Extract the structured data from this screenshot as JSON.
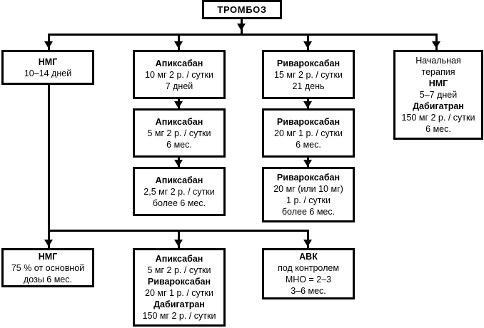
{
  "diagram": {
    "title": "ТРОМБОЗ",
    "root": {
      "id": "root-thrombosis",
      "lines": [
        {
          "text": "ТРОМБОЗ",
          "bold": true
        }
      ]
    },
    "columns": [
      {
        "id": "column-lmwh",
        "nodes": [
          {
            "id": "node-lmwh-initial",
            "lines": [
              {
                "text": "НМГ",
                "bold": true
              },
              {
                "text": "10–14 дней",
                "bold": false
              }
            ]
          },
          {
            "id": "node-lmwh-maintenance",
            "lines": [
              {
                "text": "НМГ",
                "bold": true
              },
              {
                "text": "75 % от основной",
                "bold": false
              },
              {
                "text": "дозы 6 мес.",
                "bold": false
              }
            ]
          }
        ]
      },
      {
        "id": "column-apixaban",
        "nodes": [
          {
            "id": "node-apixaban-10mg",
            "lines": [
              {
                "text": "Апиксабан",
                "bold": true
              },
              {
                "text": "10 мг 2 р. / сутки",
                "bold": false
              },
              {
                "text": "7 дней",
                "bold": false
              }
            ]
          },
          {
            "id": "node-apixaban-5mg",
            "lines": [
              {
                "text": "Апиксабан",
                "bold": true
              },
              {
                "text": "5 мг 2 р. / сутки",
                "bold": false
              },
              {
                "text": "6 мес.",
                "bold": false
              }
            ]
          },
          {
            "id": "node-apixaban-2-5mg",
            "lines": [
              {
                "text": "Апиксабан",
                "bold": true
              },
              {
                "text": "2,5 мг 2 р. / сутки",
                "bold": false
              },
              {
                "text": "более 6 мес.",
                "bold": false
              }
            ]
          }
        ]
      },
      {
        "id": "column-rivaroxaban",
        "nodes": [
          {
            "id": "node-rivaroxaban-15mg",
            "lines": [
              {
                "text": "Ривароксабан",
                "bold": true
              },
              {
                "text": "15 мг 2 р. / сутки",
                "bold": false
              },
              {
                "text": "21 день",
                "bold": false
              }
            ]
          },
          {
            "id": "node-rivaroxaban-20mg",
            "lines": [
              {
                "text": "Ривароксабан",
                "bold": true
              },
              {
                "text": "20 мг 1 р. / сутки",
                "bold": false
              },
              {
                "text": "6 мес.",
                "bold": false
              }
            ]
          },
          {
            "id": "node-rivaroxaban-20-or-10mg",
            "lines": [
              {
                "text": "Ривароксабан",
                "bold": true
              },
              {
                "text": "20 мг (или 10 мг)",
                "bold": false
              },
              {
                "text": "1 р. / сутки",
                "bold": false
              },
              {
                "text": "более 6 мес.",
                "bold": false
              }
            ]
          }
        ]
      },
      {
        "id": "column-dabigatran",
        "nodes": [
          {
            "id": "node-dabigatran-initial",
            "lines": [
              {
                "text": "Начальная",
                "bold": false
              },
              {
                "text": "терапия",
                "bold": false
              },
              {
                "text": "НМГ",
                "bold": true
              },
              {
                "text": "5–7 дней",
                "bold": false
              },
              {
                "text": "Дабигатран",
                "bold": true
              },
              {
                "text": "150 мг 2 р. / сутки",
                "bold": false
              },
              {
                "text": "6 мес.",
                "bold": false
              }
            ]
          }
        ]
      }
    ],
    "bottom_row": [
      {
        "id": "node-bottom-doac-combo",
        "lines": [
          {
            "text": "Апиксабан",
            "bold": true
          },
          {
            "text": "5 мг 2 р. / сутки",
            "bold": false
          },
          {
            "text": "Ривароксабан",
            "bold": true
          },
          {
            "text": "20 мг 1 р. / сутки",
            "bold": false
          },
          {
            "text": "Дабигатран",
            "bold": true
          },
          {
            "text": "150 мг 2 р. / сутки",
            "bold": false
          }
        ]
      },
      {
        "id": "node-bottom-vka",
        "lines": [
          {
            "text": "АВК",
            "bold": true
          },
          {
            "text": "под контролем",
            "bold": false
          },
          {
            "text": "МНО = 2–3",
            "bold": false
          },
          {
            "text": "3–6 мес.",
            "bold": false
          }
        ]
      }
    ],
    "colors": {
      "stroke": "#000000",
      "fill": "#ffffff",
      "text": "#000000"
    }
  }
}
